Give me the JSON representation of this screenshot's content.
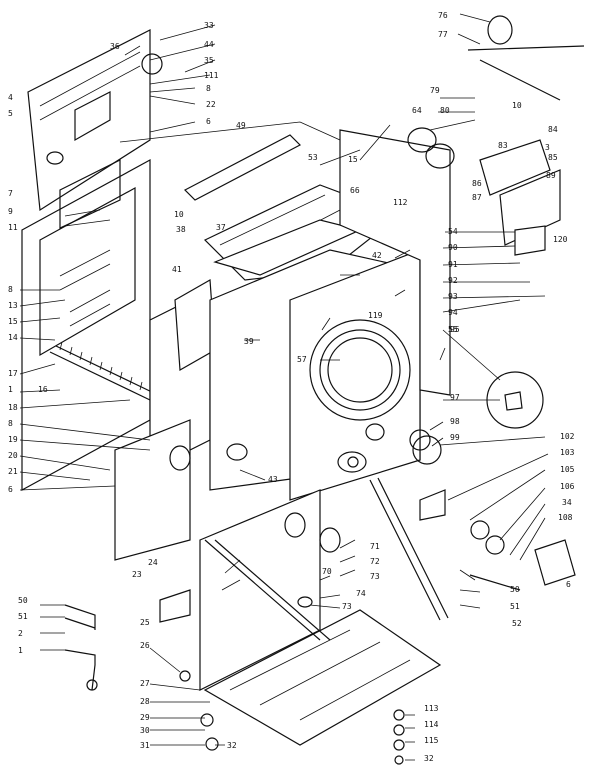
{
  "diagram": {
    "labels": [
      "76",
      "77",
      "33",
      "36",
      "44",
      "35",
      "111",
      "4",
      "5",
      "8",
      "22",
      "6",
      "79",
      "64",
      "80",
      "10",
      "84",
      "83",
      "86",
      "89",
      "87",
      "49",
      "53",
      "15",
      "66",
      "112",
      "3",
      "85",
      "7",
      "9",
      "11",
      "10",
      "38",
      "37",
      "54",
      "90",
      "120",
      "91",
      "92",
      "93",
      "94",
      "55",
      "42",
      "41",
      "13",
      "8",
      "15",
      "14",
      "17",
      "1",
      "16",
      "18",
      "8",
      "19",
      "20",
      "21",
      "6",
      "39",
      "119",
      "57",
      "95",
      "97",
      "98",
      "99",
      "102",
      "103",
      "105",
      "106",
      "34",
      "108",
      "43",
      "24",
      "23",
      "71",
      "72",
      "73",
      "70",
      "74",
      "73",
      "50",
      "51",
      "52",
      "6",
      "25",
      "26",
      "27",
      "28",
      "29",
      "30",
      "31",
      "32",
      "113",
      "114",
      "115",
      "32",
      "50",
      "51",
      "2",
      "1"
    ]
  }
}
